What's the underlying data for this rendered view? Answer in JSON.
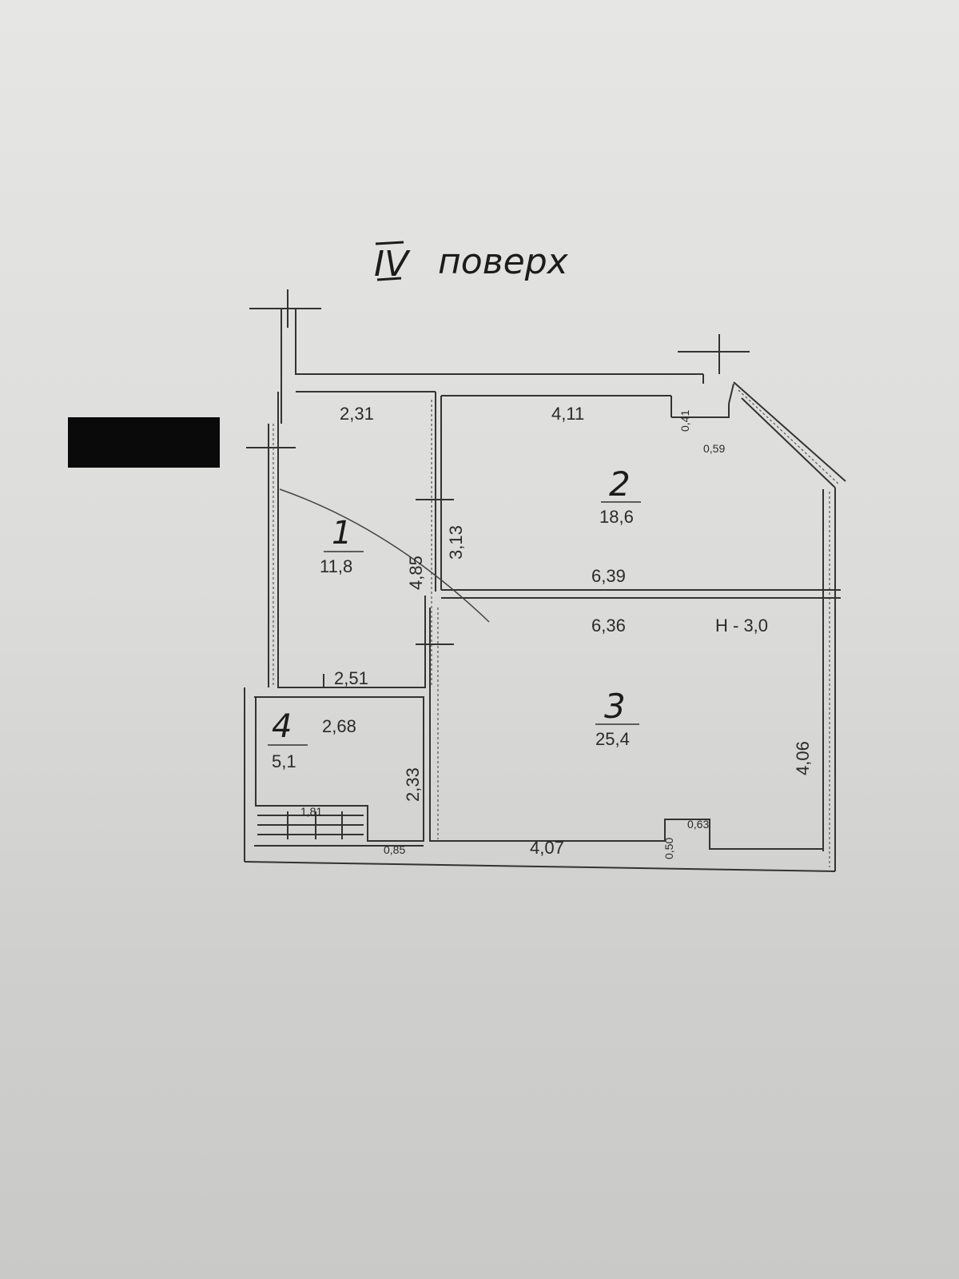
{
  "title": {
    "numeral": "IV",
    "word": "поверх"
  },
  "ceiling_height": "Н - 3,0",
  "rooms": [
    {
      "number": "1",
      "area": "11,8"
    },
    {
      "number": "2",
      "area": "18,6"
    },
    {
      "number": "3",
      "area": "25,4"
    },
    {
      "number": "4",
      "area": "5,1"
    }
  ],
  "dimensions": {
    "r1_top": "2,31",
    "r1_height": "4,85",
    "r1_bottom": "2,51",
    "r2_top": "4,11",
    "r2_left": "3,13",
    "r2_bottom": "6,39",
    "r2_niche_h": "0,41",
    "r2_niche_w": "0,59",
    "r3_top": "6,36",
    "r3_right": "4,06",
    "r3_bottom": "4,07",
    "r3_niche_h": "0,50",
    "r3_niche_w": "0,63",
    "r4_top": "2,68",
    "r4_right": "2,33",
    "r4_stair": "1,81",
    "r4_small": "0,85"
  }
}
